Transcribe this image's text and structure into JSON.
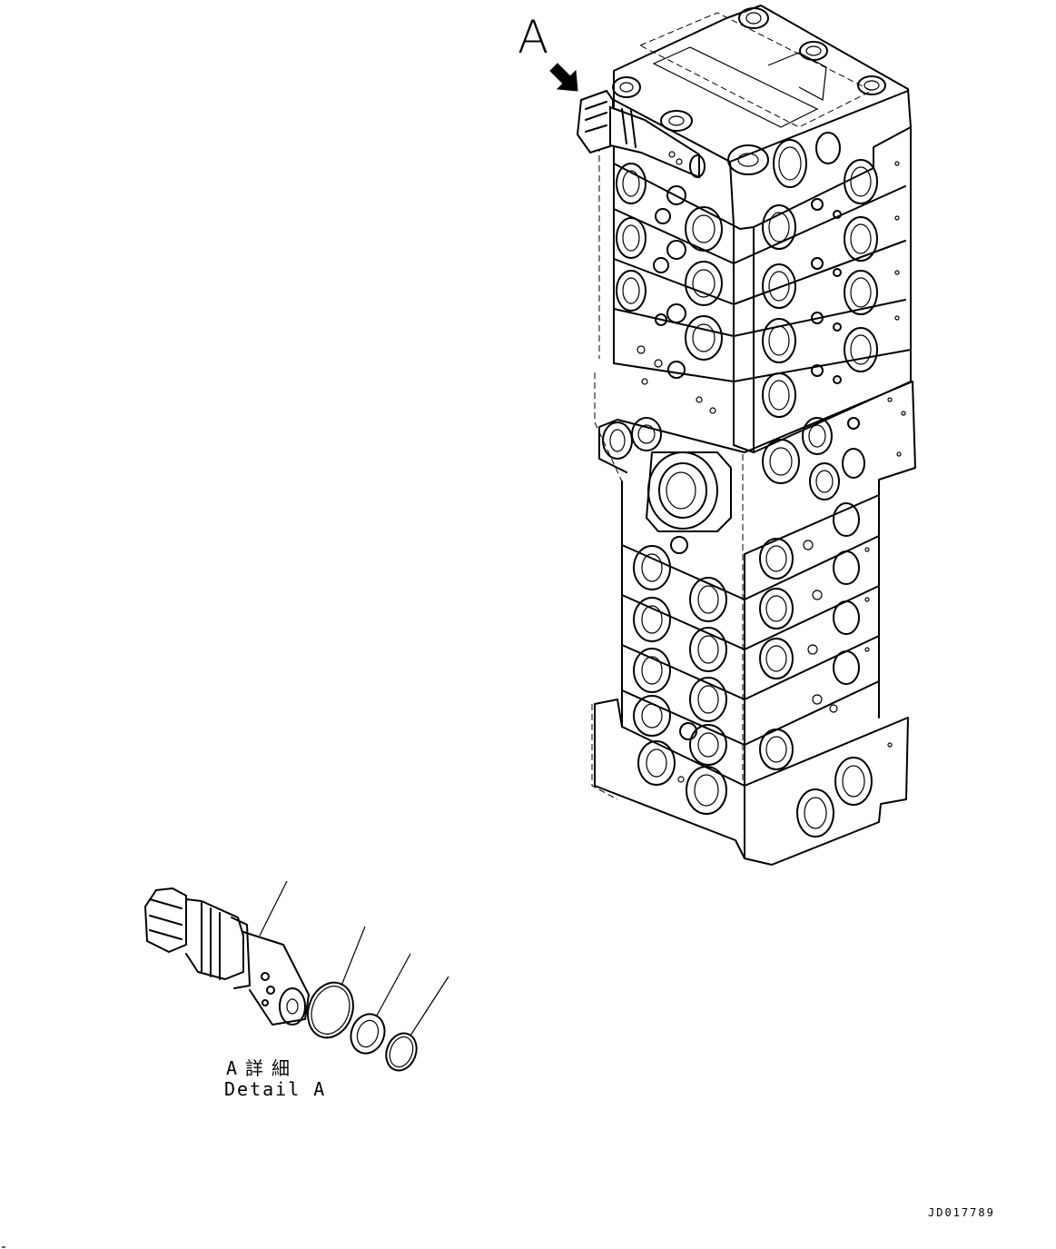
{
  "labels": {
    "view_arrow": "A",
    "detail_jp": "A詳細",
    "detail_en": "Detail A",
    "drawing_number": "JD017789"
  },
  "parts": {
    "leader_count": 4
  }
}
